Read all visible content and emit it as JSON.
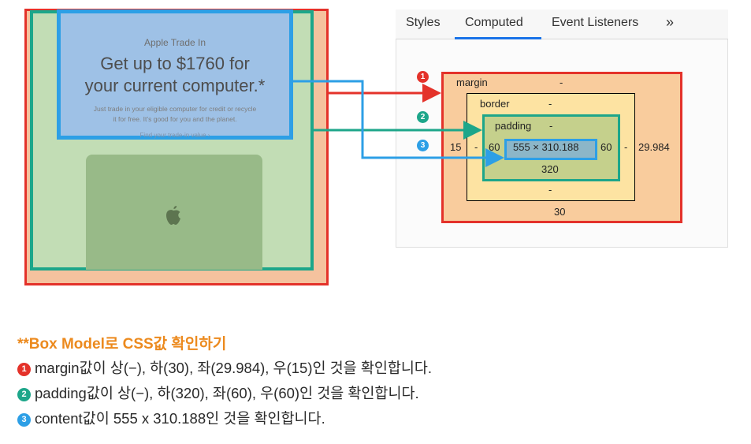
{
  "preview": {
    "eyebrow": "Apple Trade In",
    "headline_line1": "Get up to $1760 for",
    "headline_line2": "your current computer.*",
    "body_line1": "Just trade in your eligible computer for credit or recycle",
    "body_line2": "it for free. It’s good for you and the planet.",
    "link": "Find your trade-in value ›"
  },
  "devtools": {
    "tabs": [
      "Styles",
      "Computed",
      "Event Listeners",
      "»"
    ],
    "active_tab": "Computed",
    "box_model": {
      "margin_label": "margin",
      "margin_top": "-",
      "margin_bottom": "30",
      "margin_left": "15",
      "margin_right": "29.984",
      "border_label": "border",
      "border_top": "-",
      "border_bottom": "-",
      "border_left": "-",
      "border_right": "-",
      "padding_label": "padding",
      "padding_top": "-",
      "padding_bottom": "320",
      "padding_left": "60",
      "padding_right": "60",
      "content": "555 × 310.188"
    }
  },
  "markers": [
    "1",
    "2",
    "3"
  ],
  "colors": {
    "margin": "#e4322a",
    "padding": "#1da68a",
    "content": "#2d9fe6",
    "title": "#ec8a1e"
  },
  "caption": {
    "title": "**Box Model로 CSS값 확인하기",
    "line1": "margin값이 상(−), 하(30), 좌(29.984), 우(15)인 것을 확인합니다.",
    "line2": "padding값이 상(−), 하(320), 좌(60), 우(60)인 것을 확인합니다.",
    "line3": "content값이 555 x 310.188인 것을 확인합니다."
  }
}
